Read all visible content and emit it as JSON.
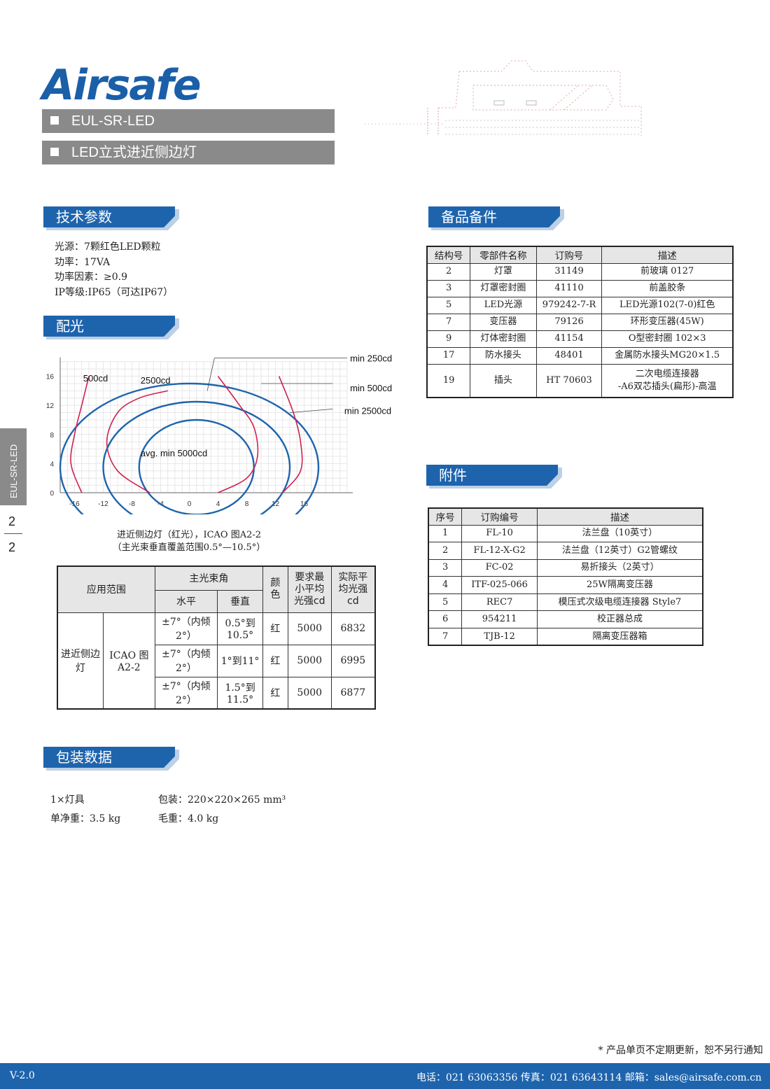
{
  "brand": "Airsafe",
  "model": "EUL-SR-LED",
  "product_name": "LED立式进近侧边灯",
  "side_tab": {
    "label": "EUL-SR-LED",
    "page_current": "2",
    "page_total": "2"
  },
  "sections": {
    "tech": "技术参数",
    "light": "配光",
    "spares": "备品备件",
    "accessories": "附件",
    "packing": "包装数据"
  },
  "tech_params": [
    "光源：7颗红色LED颗粒",
    "功率：17VA",
    "功率因素：≥0.9",
    "IP等级:IP65（可达IP67）"
  ],
  "chart_data": {
    "type": "isocandela",
    "x_ticks": [
      "-16",
      "-12",
      "-8",
      "-4",
      "0",
      "4",
      "8",
      "12",
      "16"
    ],
    "y_ticks": [
      "0",
      "4",
      "8",
      "12",
      "16"
    ],
    "xlim": [
      -18,
      22
    ],
    "ylim": [
      0,
      18
    ],
    "labels": {
      "l500": "500cd",
      "l2500": "2500cd",
      "min250": "min 250cd",
      "min500": "min 500cd",
      "min2500": "min 2500cd",
      "avg5000": "avg. min 5000cd"
    },
    "ellipses": [
      {
        "name": "min 500cd",
        "cx": 0,
        "cy": 3.5,
        "rx": 18,
        "ry": 11.5
      },
      {
        "name": "min 2500cd",
        "cx": 1,
        "cy": 3.5,
        "rx": 13,
        "ry": 9
      },
      {
        "name": "avg. min 5000cd",
        "cx": 1,
        "cy": 3.5,
        "rx": 8,
        "ry": 6.5
      }
    ],
    "red_curves": [
      [
        [
          -15,
          0
        ],
        [
          -16.5,
          4
        ],
        [
          -16,
          8
        ],
        [
          -15,
          12
        ],
        [
          -14,
          16
        ]
      ],
      [
        [
          -5.5,
          0
        ],
        [
          -10,
          3
        ],
        [
          -11.5,
          7
        ],
        [
          -10,
          11
        ],
        [
          -7,
          13
        ],
        [
          -3,
          14
        ]
      ],
      [
        [
          4,
          0
        ],
        [
          8,
          2
        ],
        [
          9.5,
          5
        ],
        [
          9,
          9
        ],
        [
          7,
          12
        ],
        [
          4,
          16
        ]
      ],
      [
        [
          13,
          0
        ],
        [
          15.5,
          3
        ],
        [
          15.5,
          7
        ],
        [
          14.5,
          11
        ],
        [
          12.5,
          16
        ]
      ]
    ],
    "caption_line1": "进近侧边灯（红光），ICAO 图A2-2",
    "caption_line2": "（主光束垂直覆盖范围0.5°—10.5°）"
  },
  "photometric_table": {
    "h_scope": "应用范围",
    "h_beam": "主光束角",
    "h_horizontal": "水平",
    "h_vertical": "垂直",
    "h_color": "颜色",
    "h_min_avg": "要求最小平均光强cd",
    "h_actual": "实际平均光强cd",
    "scope1": "进近侧边灯",
    "scope2": "ICAO 图A2-2",
    "rows": [
      {
        "h": "±7°（内倾2°）",
        "v": "0.5°到10.5°",
        "color": "红",
        "min": "5000",
        "actual": "6832"
      },
      {
        "h": "±7°（内倾2°）",
        "v": "1°到11°",
        "color": "红",
        "min": "5000",
        "actual": "6995"
      },
      {
        "h": "±7°（内倾2°）",
        "v": "1.5°到11.5°",
        "color": "红",
        "min": "5000",
        "actual": "6877"
      }
    ]
  },
  "spares_table": {
    "headers": [
      "结构号",
      "零部件名称",
      "订购号",
      "描述"
    ],
    "rows": [
      [
        "2",
        "灯罩",
        "31149",
        "前玻璃 0127"
      ],
      [
        "3",
        "灯罩密封圈",
        "41110",
        "前盖胶条"
      ],
      [
        "5",
        "LED光源",
        "979242-7-R",
        "LED光源102(7-0)红色"
      ],
      [
        "7",
        "变压器",
        "79126",
        "环形变压器(45W)"
      ],
      [
        "9",
        "灯体密封圈",
        "41154",
        "O型密封圈 102×3"
      ],
      [
        "17",
        "防水接头",
        "48401",
        "金属防水接头MG20×1.5"
      ],
      [
        "19",
        "插头",
        "HT 70603",
        "二次电缆连接器\n-A6双芯插头(扁形)-高温"
      ]
    ]
  },
  "accessories_table": {
    "headers": [
      "序号",
      "订购编号",
      "描述"
    ],
    "rows": [
      [
        "1",
        "FL-10",
        "法兰盘（10英寸）"
      ],
      [
        "2",
        "FL-12-X-G2",
        "法兰盘（12英寸）G2管螺纹"
      ],
      [
        "3",
        "FC-02",
        "易折接头（2英寸）"
      ],
      [
        "4",
        "ITF-025-066",
        "25W隔离变压器"
      ],
      [
        "5",
        "REC7",
        "模压式次级电缆连接器 Style7"
      ],
      [
        "6",
        "954211",
        "校正器总成"
      ],
      [
        "7",
        "TJB-12",
        "隔离变压器箱"
      ]
    ]
  },
  "packing": {
    "l1a": "1×灯具",
    "l1b": "包装：220×220×265 mm³",
    "l2a": "单净重：3.5 kg",
    "l2b": "毛重：4.0 kg"
  },
  "notice": "* 产品单页不定期更新，恕不另行通知",
  "footer": {
    "version": "V-2.0",
    "contact": "电话：021 63063356 传真：021 63643114 邮箱：sales@airsafe.com.cn"
  },
  "colors": {
    "brand_blue": "#1e64ad",
    "grey": "#8a8a8a",
    "curve_red": "#d02050"
  }
}
